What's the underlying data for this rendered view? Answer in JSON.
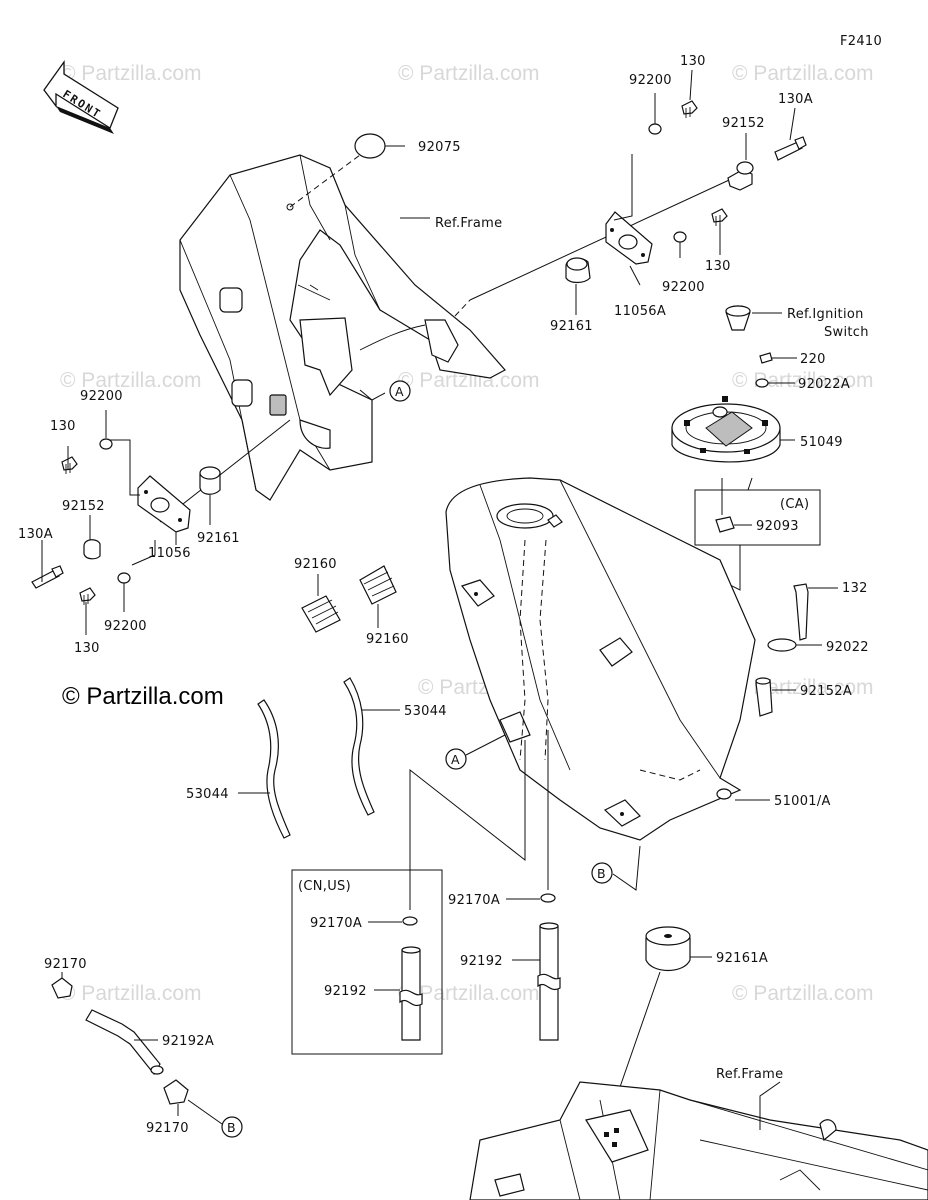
{
  "diagram_code": "F2410",
  "copyright": "© Partzilla.com",
  "watermark": "© Partzilla.com",
  "front_label": "FRONT",
  "refs": {
    "frame_top": "Ref.Frame",
    "frame_bottom": "Ref.Frame",
    "ignition_line1": "Ref.Ignition",
    "ignition_line2": "Switch"
  },
  "callouts": {
    "A": "A",
    "B": "B"
  },
  "boxes": {
    "ca": "(CA)",
    "cn_us": "(CN,US)"
  },
  "labels": {
    "p92075": "92075",
    "p92200_top": "92200",
    "p130_top": "130",
    "p130A_top": "130A",
    "p92152_top": "92152",
    "p130_mid": "130",
    "p92200_mid": "92200",
    "p92161_top": "92161",
    "p11056A": "11056A",
    "p220": "220",
    "p92022A": "92022A",
    "p51049": "51049",
    "p92093": "92093",
    "p132": "132",
    "p92022": "92022",
    "p92152A": "92152A",
    "p51001A": "51001/A",
    "p92161A": "92161A",
    "p92200_left_top": "92200",
    "p130_left_top": "130",
    "p92152_left": "92152",
    "p92161_left": "92161",
    "p130A_left": "130A",
    "p11056": "11056",
    "p130_left_bot": "130",
    "p92200_left_bot": "92200",
    "p92160_a": "92160",
    "p92160_b": "92160",
    "p53044_a": "53044",
    "p53044_b": "53044",
    "p92170A_box": "92170A",
    "p92192_box": "92192",
    "p92170A_mid": "92170A",
    "p92192_mid": "92192",
    "p92170_top": "92170",
    "p92192A": "92192A",
    "p92170_bot": "92170"
  }
}
